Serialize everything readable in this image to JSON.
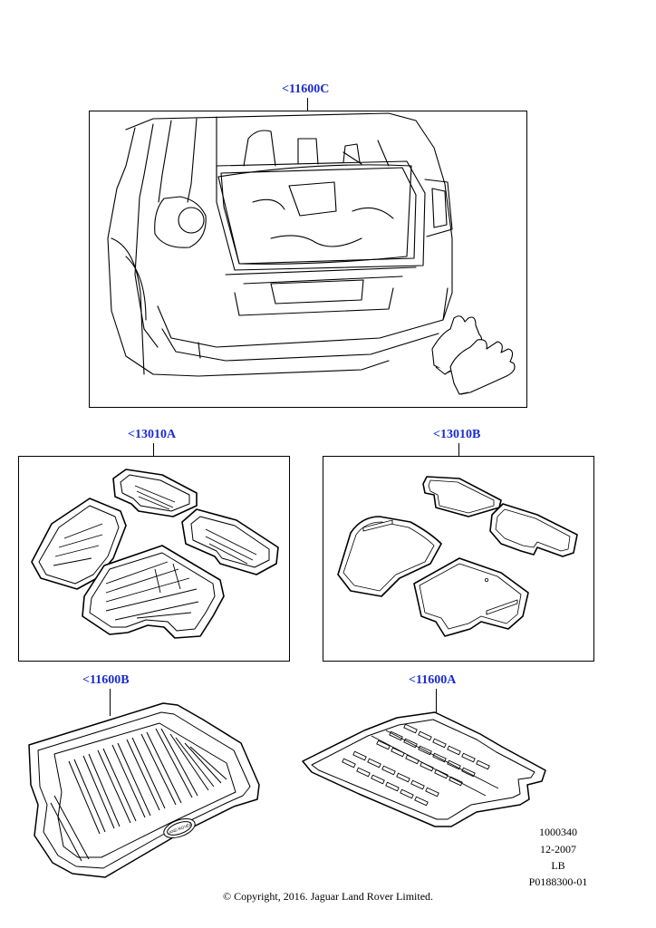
{
  "diagram": {
    "callouts": {
      "cargo_cover_kit": "<11600C",
      "rubber_mats": "<13010A",
      "carpet_mats": "<13010B",
      "rubber_loadspace_liner": "<11600B",
      "loadspace_mat": "<11600A"
    },
    "reference": {
      "number": "1000340",
      "date": "12-2007",
      "language": "LB",
      "part_ref": "P0188300-01"
    },
    "copyright": "© Copyright, 2016. Jaguar Land Rover Limited.",
    "liner_logo_text": "LAND ROVER",
    "link_color": "#1a2bd0"
  }
}
